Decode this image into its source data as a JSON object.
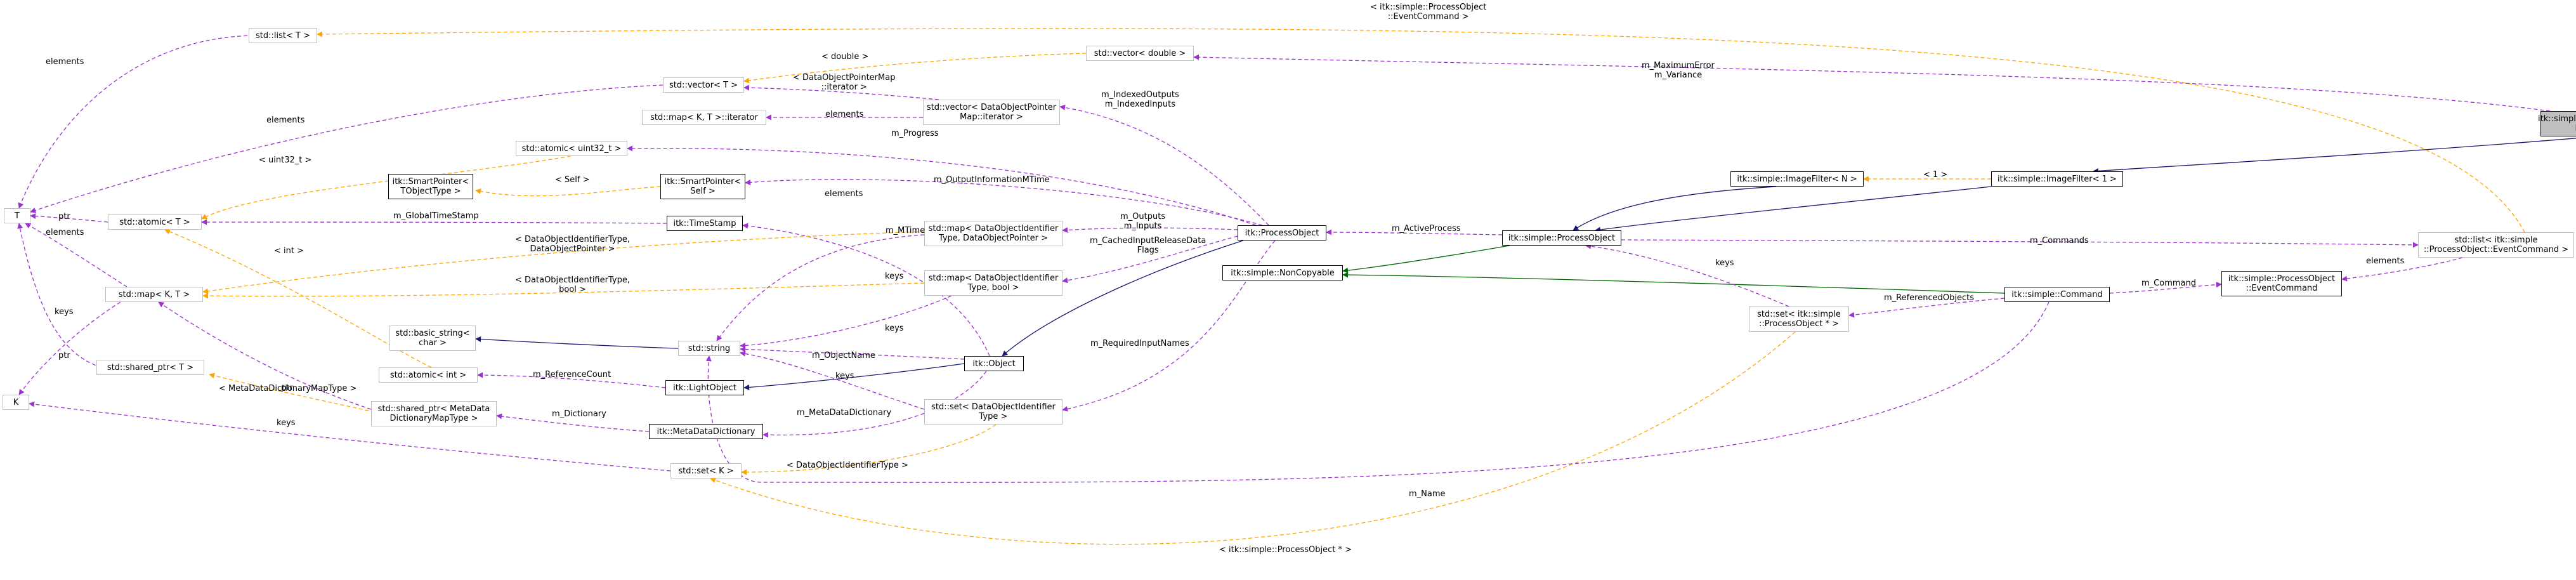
{
  "nodes": {
    "discrete_gaussian": "itk::simple::DiscreteGaussian\nImageFilter",
    "imagefilter_1": "itk::simple::ImageFilter< 1 >",
    "imagefilter_n": "itk::simple::ImageFilter< N >",
    "processobject": "itk::simple::ProcessObject",
    "noncopyable": "itk::simple::NonCopyable",
    "command": "itk::simple::Command",
    "po_eventcommand": "itk::simple::ProcessObject\n::EventCommand",
    "list_eventcommand": "std::list< itk::simple\n::ProcessObject::EventCommand >",
    "set_processobject_ptr": "std::set< itk::simple\n::ProcessObject * >",
    "itk_processobject": "itk::ProcessObject",
    "itk_object": "itk::Object",
    "itk_lightobject": "itk::LightObject",
    "itk_metadatadictionary": "itk::MetaDataDictionary",
    "itk_timestamp": "itk::TimeStamp",
    "itk_smartpointer_self": "itk::SmartPointer<\nSelf >",
    "itk_smartpointer_t": "itk::SmartPointer<\nTObjectType >",
    "std_string": "std::string",
    "basic_string": "std::basic_string<\nchar >",
    "atomic_int": "std::atomic< int >",
    "shared_ptr_metadata": "std::shared_ptr< MetaData\nDictionaryMapType >",
    "shared_ptr_t": "std::shared_ptr< T >",
    "set_k": "std::set< K >",
    "k": "K",
    "t": "T",
    "atomic_t": "std::atomic< T >",
    "map_kt": "std::map< K, T >",
    "list_t": "std::list< T >",
    "vector_t": "std::vector< T >",
    "vector_double": "std::vector< double >",
    "map_kt_iterator": "std::map< K, T >::iterator",
    "vector_dop_iterator": "std::vector< DataObjectPointer\nMap::iterator >",
    "atomic_uint32": "std::atomic< uint32_t >",
    "map_doid_dop": "std::map< DataObjectIdentifier\nType, DataObjectPointer >",
    "map_doid_bool": "std::map< DataObjectIdentifier\nType, bool >",
    "set_doid": "std::set< DataObjectIdentifier\nType >"
  },
  "edge_labels": {
    "process_object_event_command": "< itk::simple::ProcessObject\n::EventCommand >",
    "double": "< double >",
    "maximum_error_variance": "m_MaximumError\nm_Variance",
    "elements_list_t": "elements",
    "elements_vector_t": "elements",
    "dop_map_iterator": "< DataObjectPointerMap\n::iterator >",
    "indexed_outputs_inputs": "m_IndexedOutputs\nm_IndexedInputs",
    "elements_map_iterator": "elements",
    "progress": "m_Progress",
    "uint32_t": "< uint32_t >",
    "output_information_mtime": "m_OutputInformationMTime",
    "self": "< Self >",
    "elements_smartpointer": "elements",
    "ptr_atomic": "ptr",
    "global_timestamp": "m_GlobalTimeStamp",
    "elements_map_kt": "elements",
    "outputs_inputs": "m_Outputs\nm_Inputs",
    "active_process": "m_ActiveProcess",
    "one": "< 1 >",
    "mtime": "m_MTime",
    "cached_input": "m_CachedInputReleaseData\nFlags",
    "doid_dop": "< DataObjectIdentifierType,\nDataObjectPointer >",
    "int": "< int >",
    "keys_map_doid_dop": "keys",
    "commands": "m_Commands",
    "elements_po_eventcommand": "elements",
    "doid_bool": "< DataObjectIdentifierType,\nbool >",
    "keys_map_kt": "keys",
    "keys_map_doid_bool": "keys",
    "keys_set_processobject": "keys",
    "command": "m_Command",
    "referenced_objects": "m_ReferencedObjects",
    "ptr_k": "ptr",
    "object_name": "m_ObjectName",
    "keys_set_doid": "keys",
    "ptr_shared": "ptr",
    "reference_count": "m_ReferenceCount",
    "required_input_names": "m_RequiredInputNames",
    "metadata_map_type": "< MetaDataDictionaryMapType >",
    "dictionary": "m_Dictionary",
    "metadata_dictionary": "m_MetaDataDictionary",
    "keys_set_k": "keys",
    "doid_type": "< DataObjectIdentifierType >",
    "name": "m_Name",
    "processobject_ptr": "< itk::simple::ProcessObject * >"
  },
  "colors": {
    "inheritance_public": "#191970",
    "inheritance_private": "#006400",
    "usage": "#9a32cd",
    "template": "#ffa500",
    "node_border": "#000000",
    "node_border_external": "#bfbfbf",
    "focus_fill": "#bfbfbf"
  }
}
